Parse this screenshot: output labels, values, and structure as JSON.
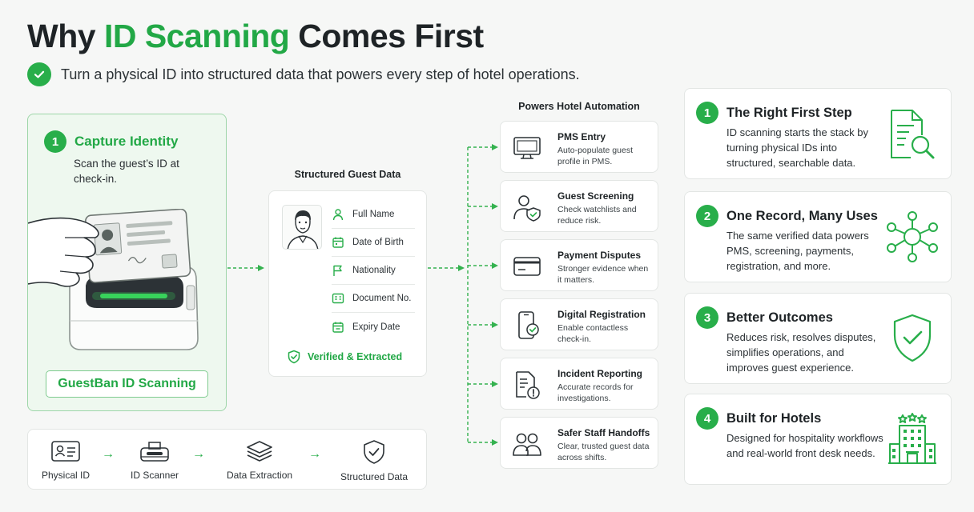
{
  "header": {
    "title_prefix": "Why ",
    "title_highlight": "ID Scanning",
    "title_suffix": " Comes First",
    "subtitle": "Turn a physical ID into structured data that powers every step of hotel operations."
  },
  "capture": {
    "step": "1",
    "title": "Capture Identity",
    "description": "Scan the guest’s ID at check-in.",
    "brand_button": "GuestBan ID Scanning"
  },
  "flow": {
    "steps": [
      "Physical ID",
      "ID Scanner",
      "Data Extraction",
      "Structured Data"
    ]
  },
  "structured": {
    "title": "Structured Guest Data",
    "fields": [
      "Full Name",
      "Date of Birth",
      "Nationality",
      "Document No.",
      "Expiry Date"
    ],
    "verified": "Verified & Extracted"
  },
  "automation": {
    "title": "Powers Hotel Automation",
    "items": [
      {
        "name": "PMS Entry",
        "desc": "Auto-populate guest profile in PMS.",
        "icon": "monitor-icon"
      },
      {
        "name": "Guest Screening",
        "desc": "Check watchlists and reduce risk.",
        "icon": "user-shield-icon"
      },
      {
        "name": "Payment Disputes",
        "desc": "Stronger evidence when it matters.",
        "icon": "credit-card-icon"
      },
      {
        "name": "Digital Registration",
        "desc": "Enable contactless check-in.",
        "icon": "phone-check-icon"
      },
      {
        "name": "Incident Reporting",
        "desc": "Accurate records for investigations.",
        "icon": "report-alert-icon"
      },
      {
        "name": "Safer Staff Handoffs",
        "desc": "Clear, trusted guest data across shifts.",
        "icon": "staff-icon"
      }
    ]
  },
  "benefits": [
    {
      "num": "1",
      "title": "The Right First Step",
      "desc": "ID scanning starts the stack by turning physical IDs into structured, searchable data.",
      "icon": "document-search-icon"
    },
    {
      "num": "2",
      "title": "One Record, Many Uses",
      "desc": "The same verified data powers PMS, screening, payments, registration, and more.",
      "icon": "network-hub-icon"
    },
    {
      "num": "3",
      "title": "Better Outcomes",
      "desc": "Reduces risk, resolves disputes, simplifies operations, and improves guest experience.",
      "icon": "shield-check-icon"
    },
    {
      "num": "4",
      "title": "Built for Hotels",
      "desc": "Designed for hospitality workflows and real-world front desk needs.",
      "icon": "hotel-icon"
    }
  ],
  "colors": {
    "accent": "#28ae4a",
    "accent_light": "#eef8ef",
    "text": "#1e2326"
  }
}
